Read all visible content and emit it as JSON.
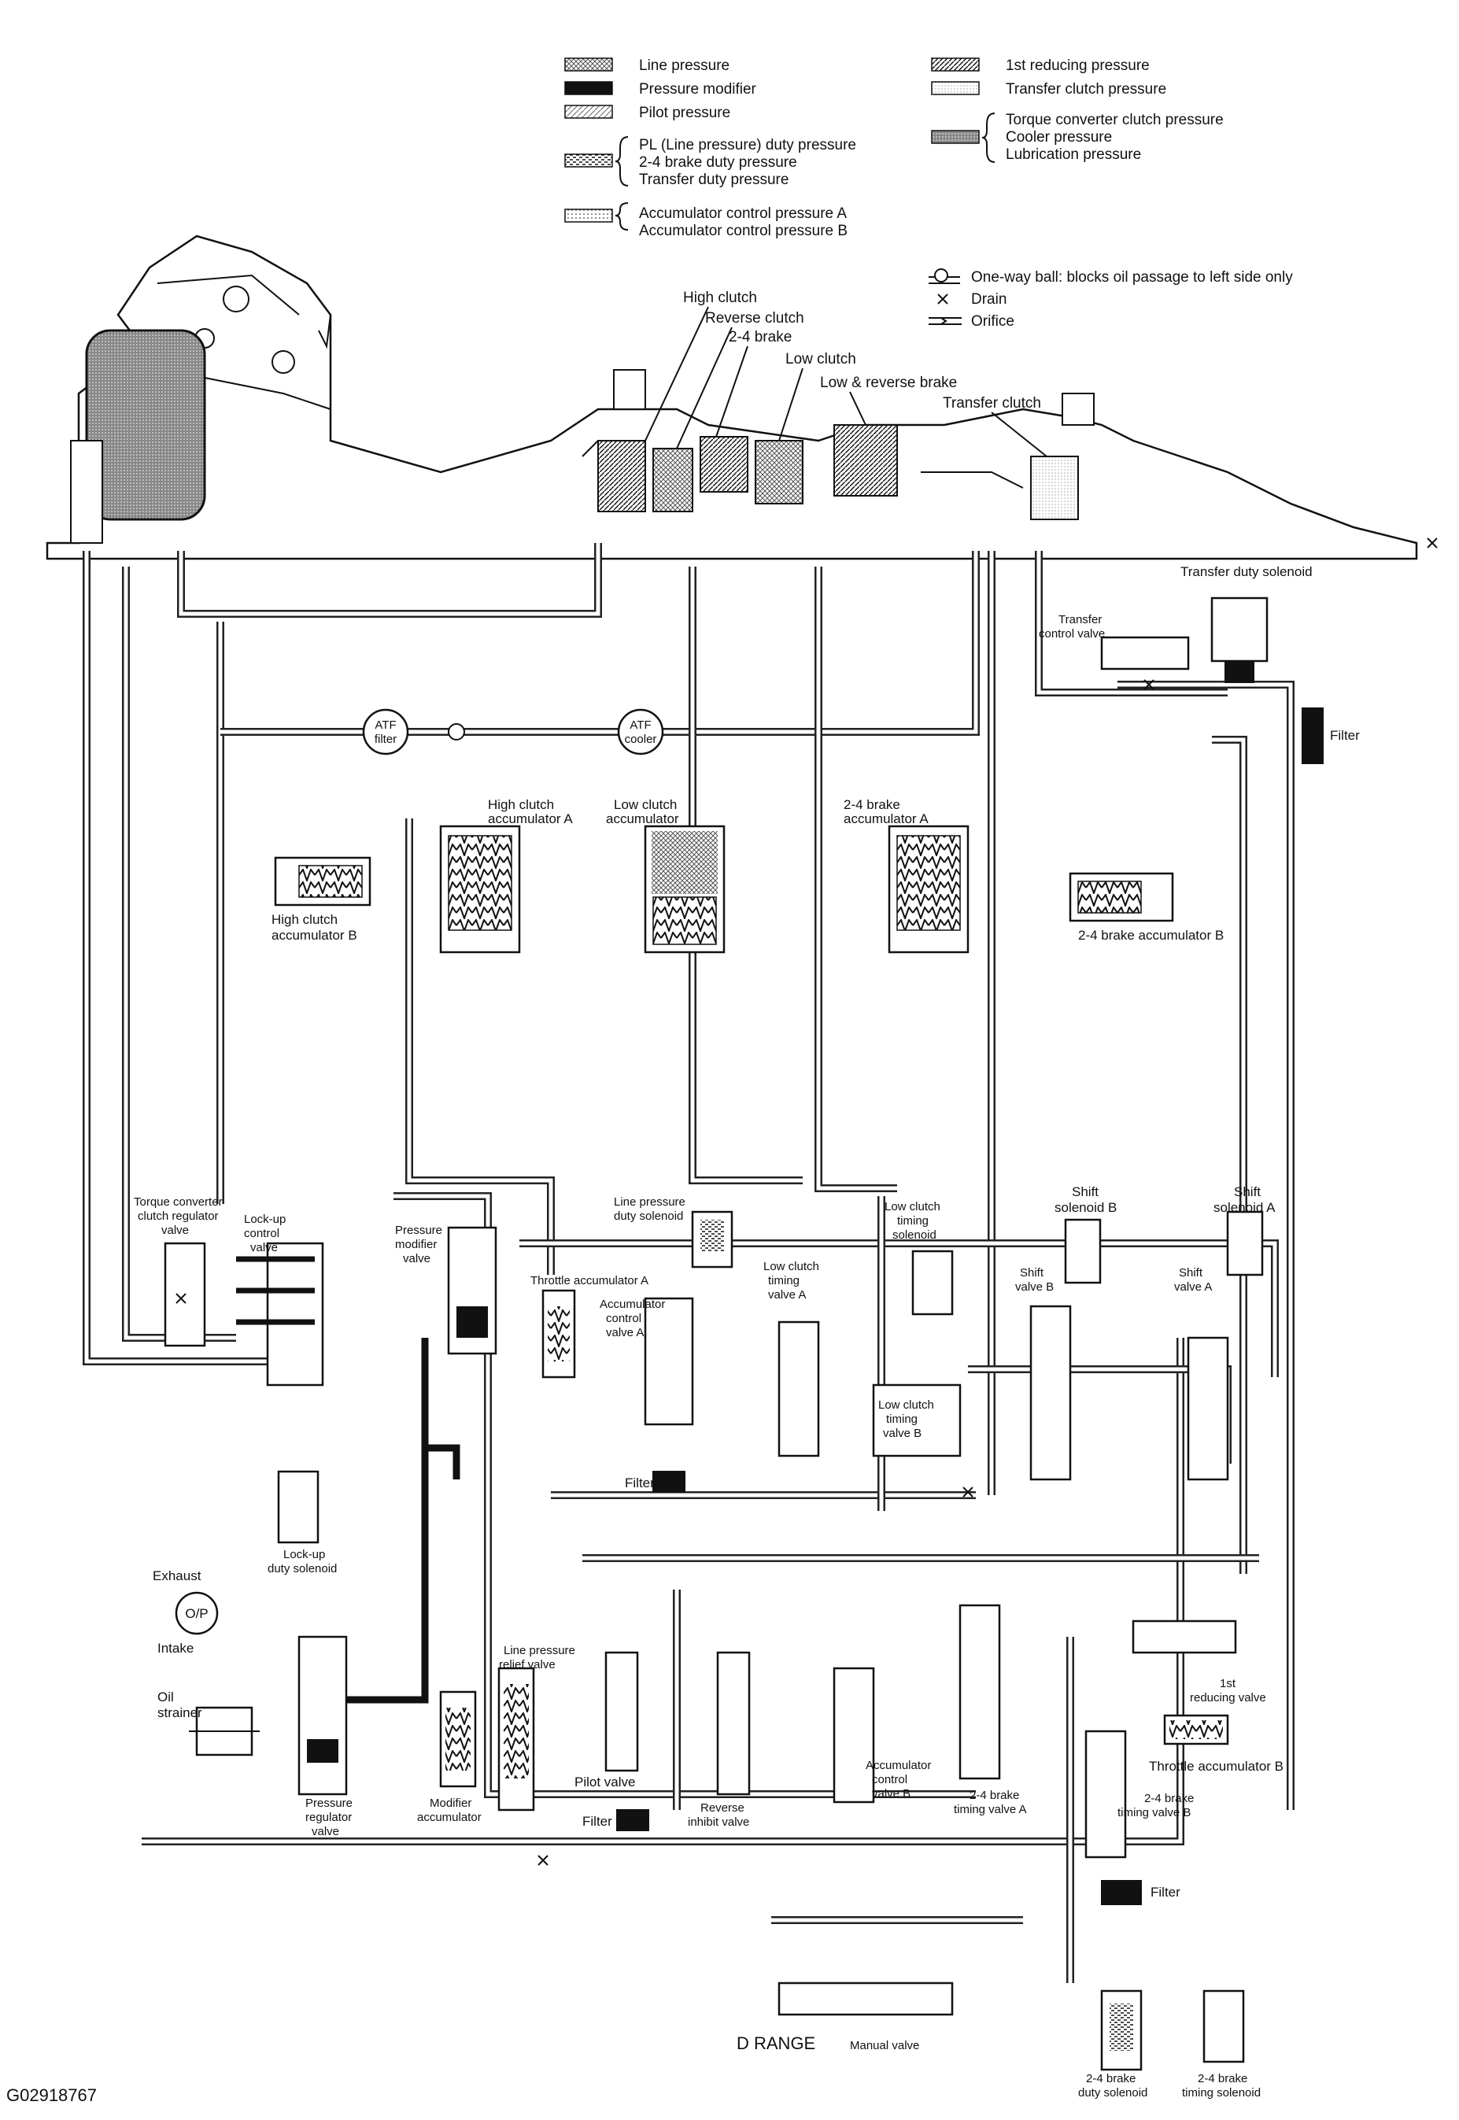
{
  "legend": {
    "left": [
      {
        "pattern": "pat-cross",
        "labels": [
          "Line pressure"
        ]
      },
      {
        "pattern": "pat-black",
        "labels": [
          "Pressure modifier"
        ]
      },
      {
        "pattern": "pat-diag",
        "labels": [
          "Pilot pressure"
        ]
      },
      {
        "pattern": "pat-dash",
        "labels": [
          "PL (Line pressure) duty pressure",
          "2-4 brake duty pressure",
          "Transfer duty pressure"
        ]
      },
      {
        "pattern": "pat-dot",
        "labels": [
          "Accumulator control pressure A",
          "Accumulator control pressure B"
        ]
      }
    ],
    "right": [
      {
        "pattern": "pat-hatch",
        "labels": [
          "1st reducing pressure"
        ]
      },
      {
        "pattern": "pat-fine",
        "labels": [
          "Transfer clutch pressure"
        ]
      },
      {
        "pattern": "pat-dense",
        "labels": [
          "Torque converter clutch pressure",
          "Cooler pressure",
          "Lubrication pressure"
        ]
      }
    ],
    "symbols": [
      {
        "icon": "one-way-ball-icon",
        "text": "One-way ball: blocks oil passage to left side only"
      },
      {
        "icon": "drain-icon",
        "text": "Drain"
      },
      {
        "icon": "orifice-icon",
        "text": "Orifice"
      }
    ]
  },
  "labels": {
    "high_clutch": "High clutch",
    "reverse_clutch": "Reverse clutch",
    "brake_24": "2-4 brake",
    "low_clutch": "Low clutch",
    "low_reverse_brake": "Low & reverse brake",
    "transfer_clutch": "Transfer clutch",
    "transfer_duty_solenoid": "Transfer duty solenoid",
    "transfer_control_valve": [
      "Transfer",
      "control valve"
    ],
    "filter_top": "Filter",
    "atf_filter": [
      "ATF",
      "filter"
    ],
    "atf_cooler": [
      "ATF",
      "cooler"
    ],
    "high_clutch_acc_a": [
      "High clutch",
      "accumulator A"
    ],
    "low_clutch_acc": [
      "Low clutch",
      "accumulator"
    ],
    "brake_24_acc_a": [
      "2-4 brake",
      "accumulator A"
    ],
    "high_clutch_acc_b": [
      "High clutch",
      "accumulator B"
    ],
    "brake_24_acc_b": "2-4 brake accumulator B",
    "tcc_regulator": [
      "Torque converter",
      "clutch regulator",
      "valve"
    ],
    "lockup_control": [
      "Lock-up",
      "control",
      "valve"
    ],
    "pressure_modifier_valve": [
      "Pressure",
      "modifier",
      "valve"
    ],
    "throttle_acc_a": "Throttle accumulator A",
    "acc_control_valve_a": [
      "Accumulator",
      "control",
      "valve A"
    ],
    "line_pressure_duty_solenoid": [
      "Line pressure",
      "duty solenoid"
    ],
    "low_clutch_timing_valve_a": [
      "Low clutch",
      "timing",
      "valve A"
    ],
    "low_clutch_timing_solenoid": [
      "Low clutch",
      "timing",
      "solenoid"
    ],
    "low_clutch_timing_valve_b": [
      "Low clutch",
      "timing",
      "valve B"
    ],
    "shift_solenoid_b": [
      "Shift",
      "solenoid B"
    ],
    "shift_valve_b": [
      "Shift",
      "valve B"
    ],
    "shift_solenoid_a": [
      "Shift",
      "solenoid A"
    ],
    "shift_valve_a": [
      "Shift",
      "valve A"
    ],
    "filter_mid": "Filter",
    "lockup_duty_solenoid": [
      "Lock-up",
      "duty solenoid"
    ],
    "exhaust": "Exhaust",
    "op": "O/P",
    "intake": "Intake",
    "oil_strainer": [
      "Oil",
      "strainer"
    ],
    "pressure_regulator_valve": [
      "Pressure",
      "regulator",
      "valve"
    ],
    "modifier_accumulator": [
      "Modifier",
      "accumulator"
    ],
    "line_pressure_relief_valve": [
      "Line pressure",
      "relief valve"
    ],
    "pilot_valve": "Pilot valve",
    "filter_low": "Filter",
    "reverse_inhibit_valve": [
      "Reverse",
      "inhibit valve"
    ],
    "acc_control_valve_b": [
      "Accumulator",
      "control",
      "valve B"
    ],
    "brake_24_timing_valve_a": [
      "2-4 brake",
      "timing valve A"
    ],
    "reducing_valve_1st": [
      "1st",
      "reducing valve"
    ],
    "throttle_acc_b": "Throttle accumulator B",
    "brake_24_timing_valve_b": [
      "2-4 brake",
      "timing valve B"
    ],
    "filter_right": "Filter",
    "d_range": "D RANGE",
    "manual_valve": "Manual valve",
    "brake_24_duty_solenoid": [
      "2-4 brake",
      "duty solenoid"
    ],
    "brake_24_timing_solenoid": [
      "2-4 brake",
      "timing solenoid"
    ]
  },
  "figure_id": "G02918767"
}
